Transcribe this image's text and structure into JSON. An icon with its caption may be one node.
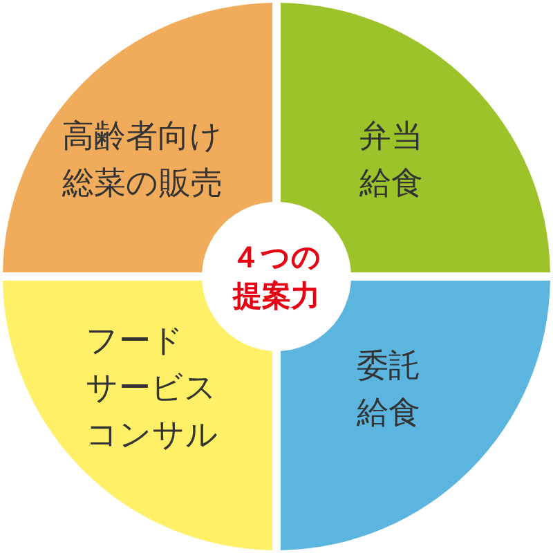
{
  "diagram": {
    "nodes": [
      {
        "text": [
          "高齢者向け総菜の販売"
        ]
      },
      {
        "text": [
          "弁当給食"
        ]
      },
      {
        "text": [
          "フードサービスコンサル"
        ]
      },
      {
        "text": [
          "委託給食"
        ]
      },
      {
        "text": [
          "４つの提案力"
        ]
      }
    ]
  }
}
